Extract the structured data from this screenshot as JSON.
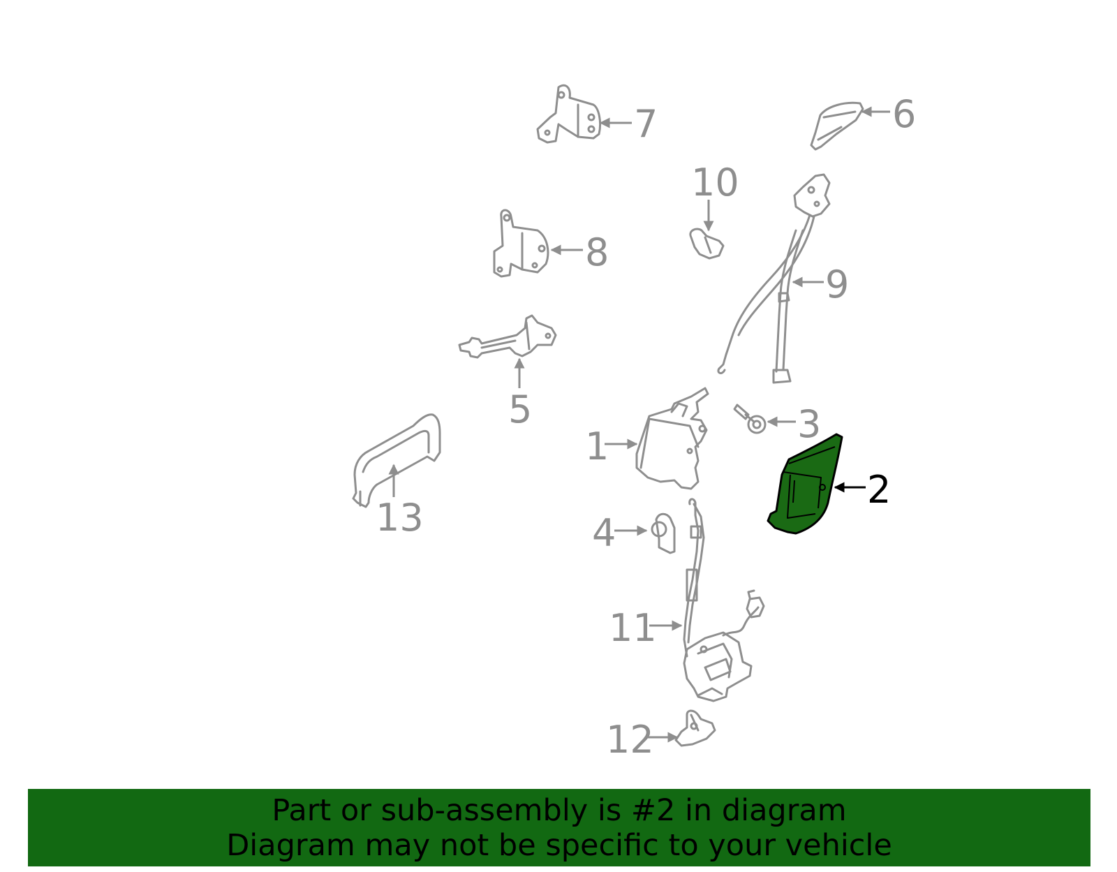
{
  "callouts": {
    "c1": "1",
    "c2": "2",
    "c3": "3",
    "c4": "4",
    "c5": "5",
    "c6": "6",
    "c7": "7",
    "c8": "8",
    "c9": "9",
    "c10": "10",
    "c11": "11",
    "c12": "12",
    "c13": "13"
  },
  "highlighted_part": "2",
  "colors": {
    "highlight_fill": "#1a6a14",
    "line_gray": "#8e8e8e",
    "banner_bg": "#126912"
  },
  "banner": {
    "line1": "Part or sub-assembly is #2 in diagram",
    "line2": "Diagram may not be specific to your vehicle"
  }
}
